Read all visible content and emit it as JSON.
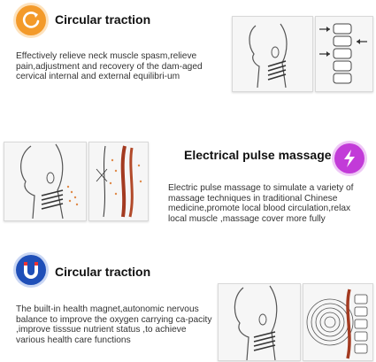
{
  "sections": [
    {
      "title": "Circular traction",
      "description": "Effectively relieve neck muscle spasm,relieve pain,adjustment and recovery of the dam-aged cervical internal and external equilibri-um",
      "icon": "circular-arrow-icon",
      "icon_color": "#f39a2a"
    },
    {
      "title": "Electrical pulse  massage",
      "description": "Electric pulse massage to simulate a variety of massage techniques in traditional Chinese medicine,promote local blood circulation,relax local muscle ,massage cover more fully",
      "icon": "lightning-icon",
      "icon_color": "#c23bd8"
    },
    {
      "title": "Circular traction",
      "description": "The  built-in health magnet,autonomic nervous balance to improve the oxygen carrying ca-pacity ,improve tisssue nutrient status ,to achieve various health care functions",
      "icon": "magnet-icon",
      "icon_color": "#1f4fb8"
    }
  ]
}
